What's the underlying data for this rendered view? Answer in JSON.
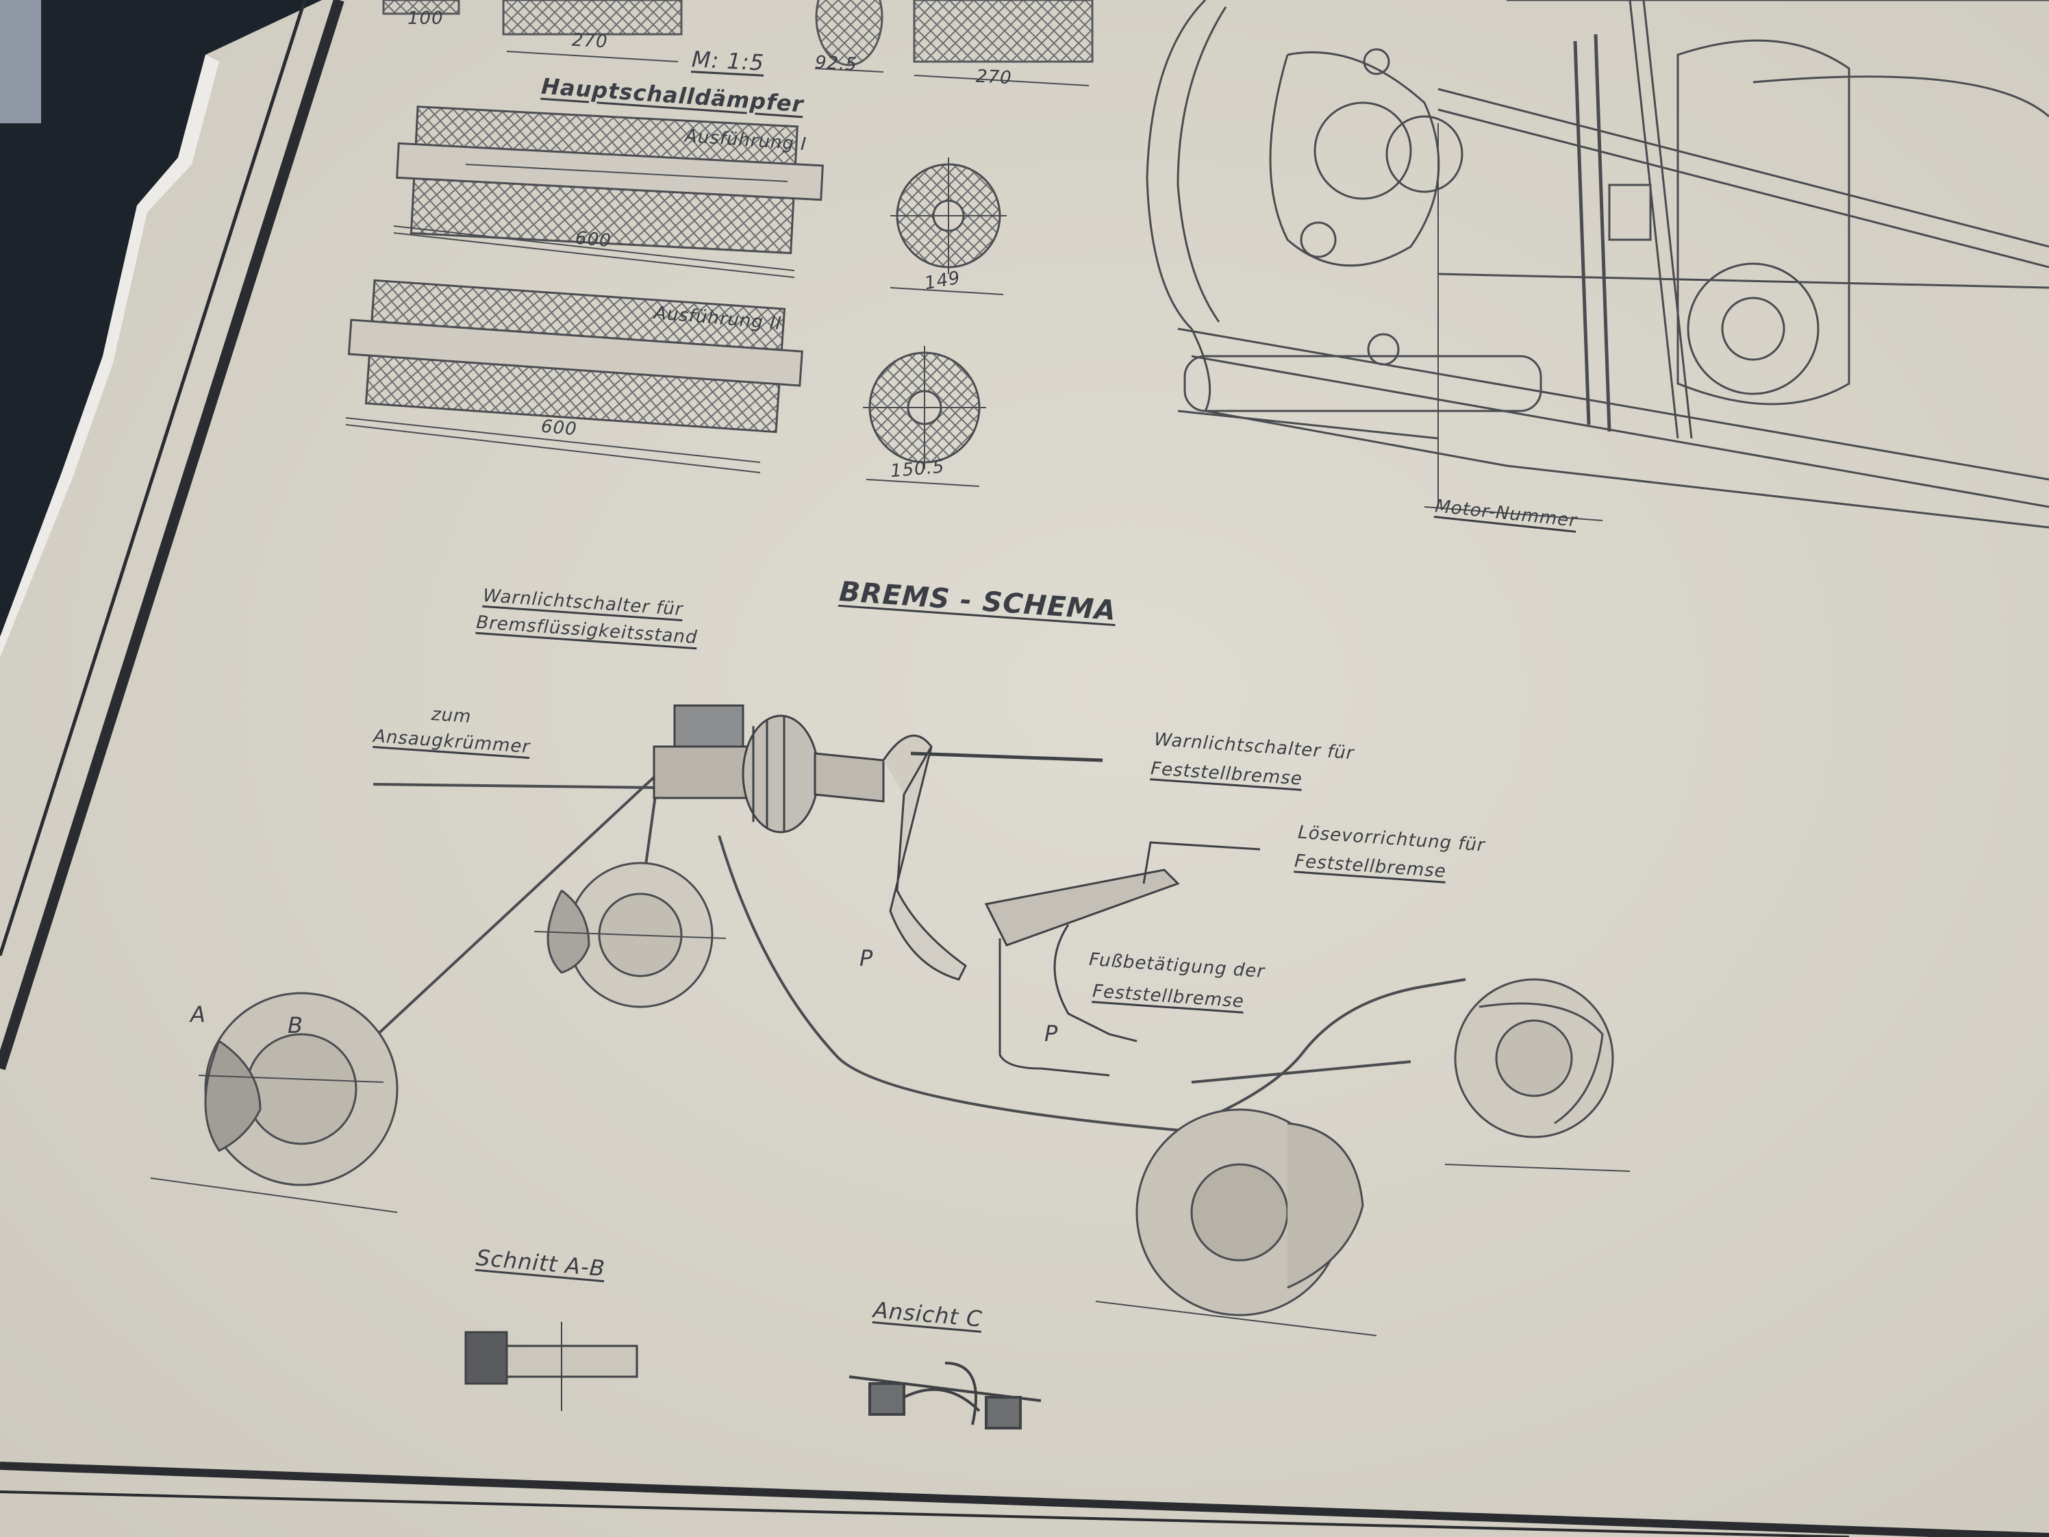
{
  "sheet": {
    "scale": "M: 1:5",
    "muffler_title": "Hauptschalldämpfer",
    "variant_1": "Ausführung I",
    "variant_2": "Ausführung II",
    "brake_title": "BREMS - SCHEMA",
    "engine_number": "Motor-Nummer",
    "section_ab": "Schnitt A-B",
    "view_c": "Ansicht C"
  },
  "dimensions": {
    "d100": "100",
    "d270a": "270",
    "d92_5": "92.5",
    "d270b": "270",
    "d600a": "600",
    "d149": "149",
    "d600b": "600",
    "d150_5": "150.5"
  },
  "brake_labels": {
    "fluid_warning": [
      "Warnlichtschalter für",
      "Bremsflüssigkeitsstand"
    ],
    "intake": [
      "zum",
      "Ansaugkrümmer"
    ],
    "parking_warning": [
      "Warnlichtschalter für",
      "Feststellbremse"
    ],
    "release": [
      "Lösevorrichtung für",
      "Feststellbremse"
    ],
    "foot_parking": [
      "Fußbetätigung der",
      "Feststellbremse"
    ],
    "letter_a": "A",
    "letter_b": "B",
    "letter_p1": "P",
    "letter_p2": "P"
  }
}
